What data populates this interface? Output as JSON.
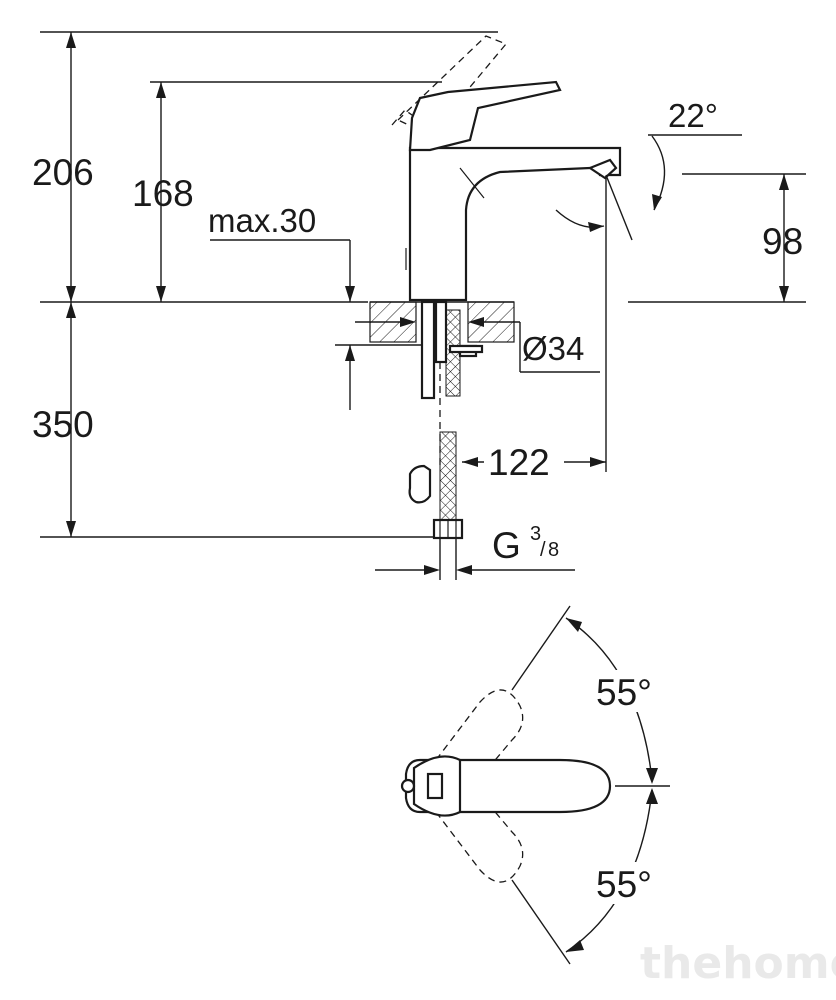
{
  "dimensions": {
    "total_height": "206",
    "spout_height": "168",
    "deck_thickness": "max.30",
    "spout_angle": "22°",
    "spout_outlet_height": "98",
    "hole_diameter": "Ø34",
    "hose_length": "350",
    "spout_reach": "122",
    "connection_thread_main": "G",
    "connection_thread_num": "3",
    "connection_thread_den": "8",
    "lever_rotation_left": "55°",
    "lever_rotation_right": "55°"
  },
  "watermark": "thehome",
  "icons": [
    "faucet-side-view-icon",
    "faucet-top-view-icon",
    "pop-up-rod-icon",
    "braided-hose-icon"
  ]
}
